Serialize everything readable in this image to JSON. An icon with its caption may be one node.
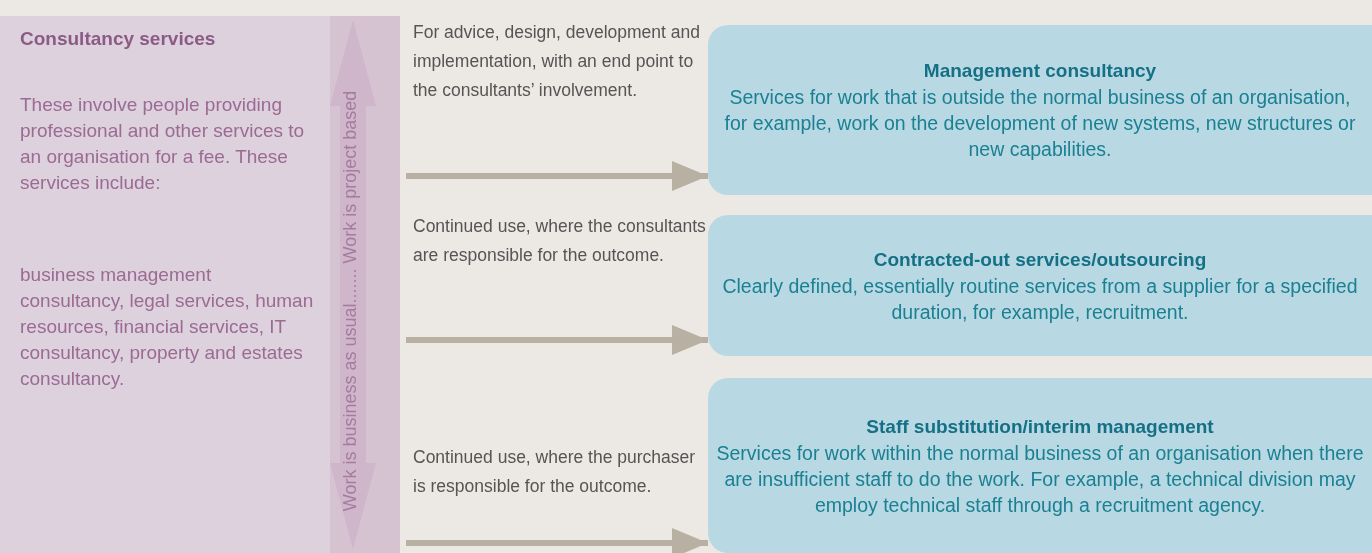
{
  "diagram": {
    "nodes": [
      {
        "text": [
          "Consultancy services",
          "These involve people providing professional and other services to an organisation for a fee. These services include:",
          "business management consultancy, legal services, human resources, financial services, IT consultancy, property and estates consultancy."
        ]
      },
      {
        "text": [
          "Management consultancy",
          "Services for work that is outside the normal business of an organisation, for example, work on the development of new systems, new structures or new capabilities."
        ]
      },
      {
        "text": [
          "Contracted-out services/outsourcing",
          "Clearly defined, essentially routine services from a supplier for a specified duration, for example, recruitment."
        ]
      },
      {
        "text": [
          "Staff substitution/interim management",
          "Services for work within the normal business of an organisation when there are insufficient staff to do the work. For example, a technical division may employ technical staff through a recruitment agency."
        ]
      }
    ],
    "edges": [
      {
        "from": 0,
        "to": 1,
        "arrow": "to",
        "label": "For advice, design, development and implementation, with an end point to the consultants’ involvement."
      },
      {
        "from": 0,
        "to": 2,
        "arrow": "to",
        "label": "Continued use, where the consultants are responsible for the outcome."
      },
      {
        "from": 0,
        "to": 3,
        "arrow": "to",
        "label": "Continued use, where the purchaser is responsible for the outcome."
      }
    ],
    "labels": [
      "Work is business as usual....... Work is project based"
    ]
  }
}
